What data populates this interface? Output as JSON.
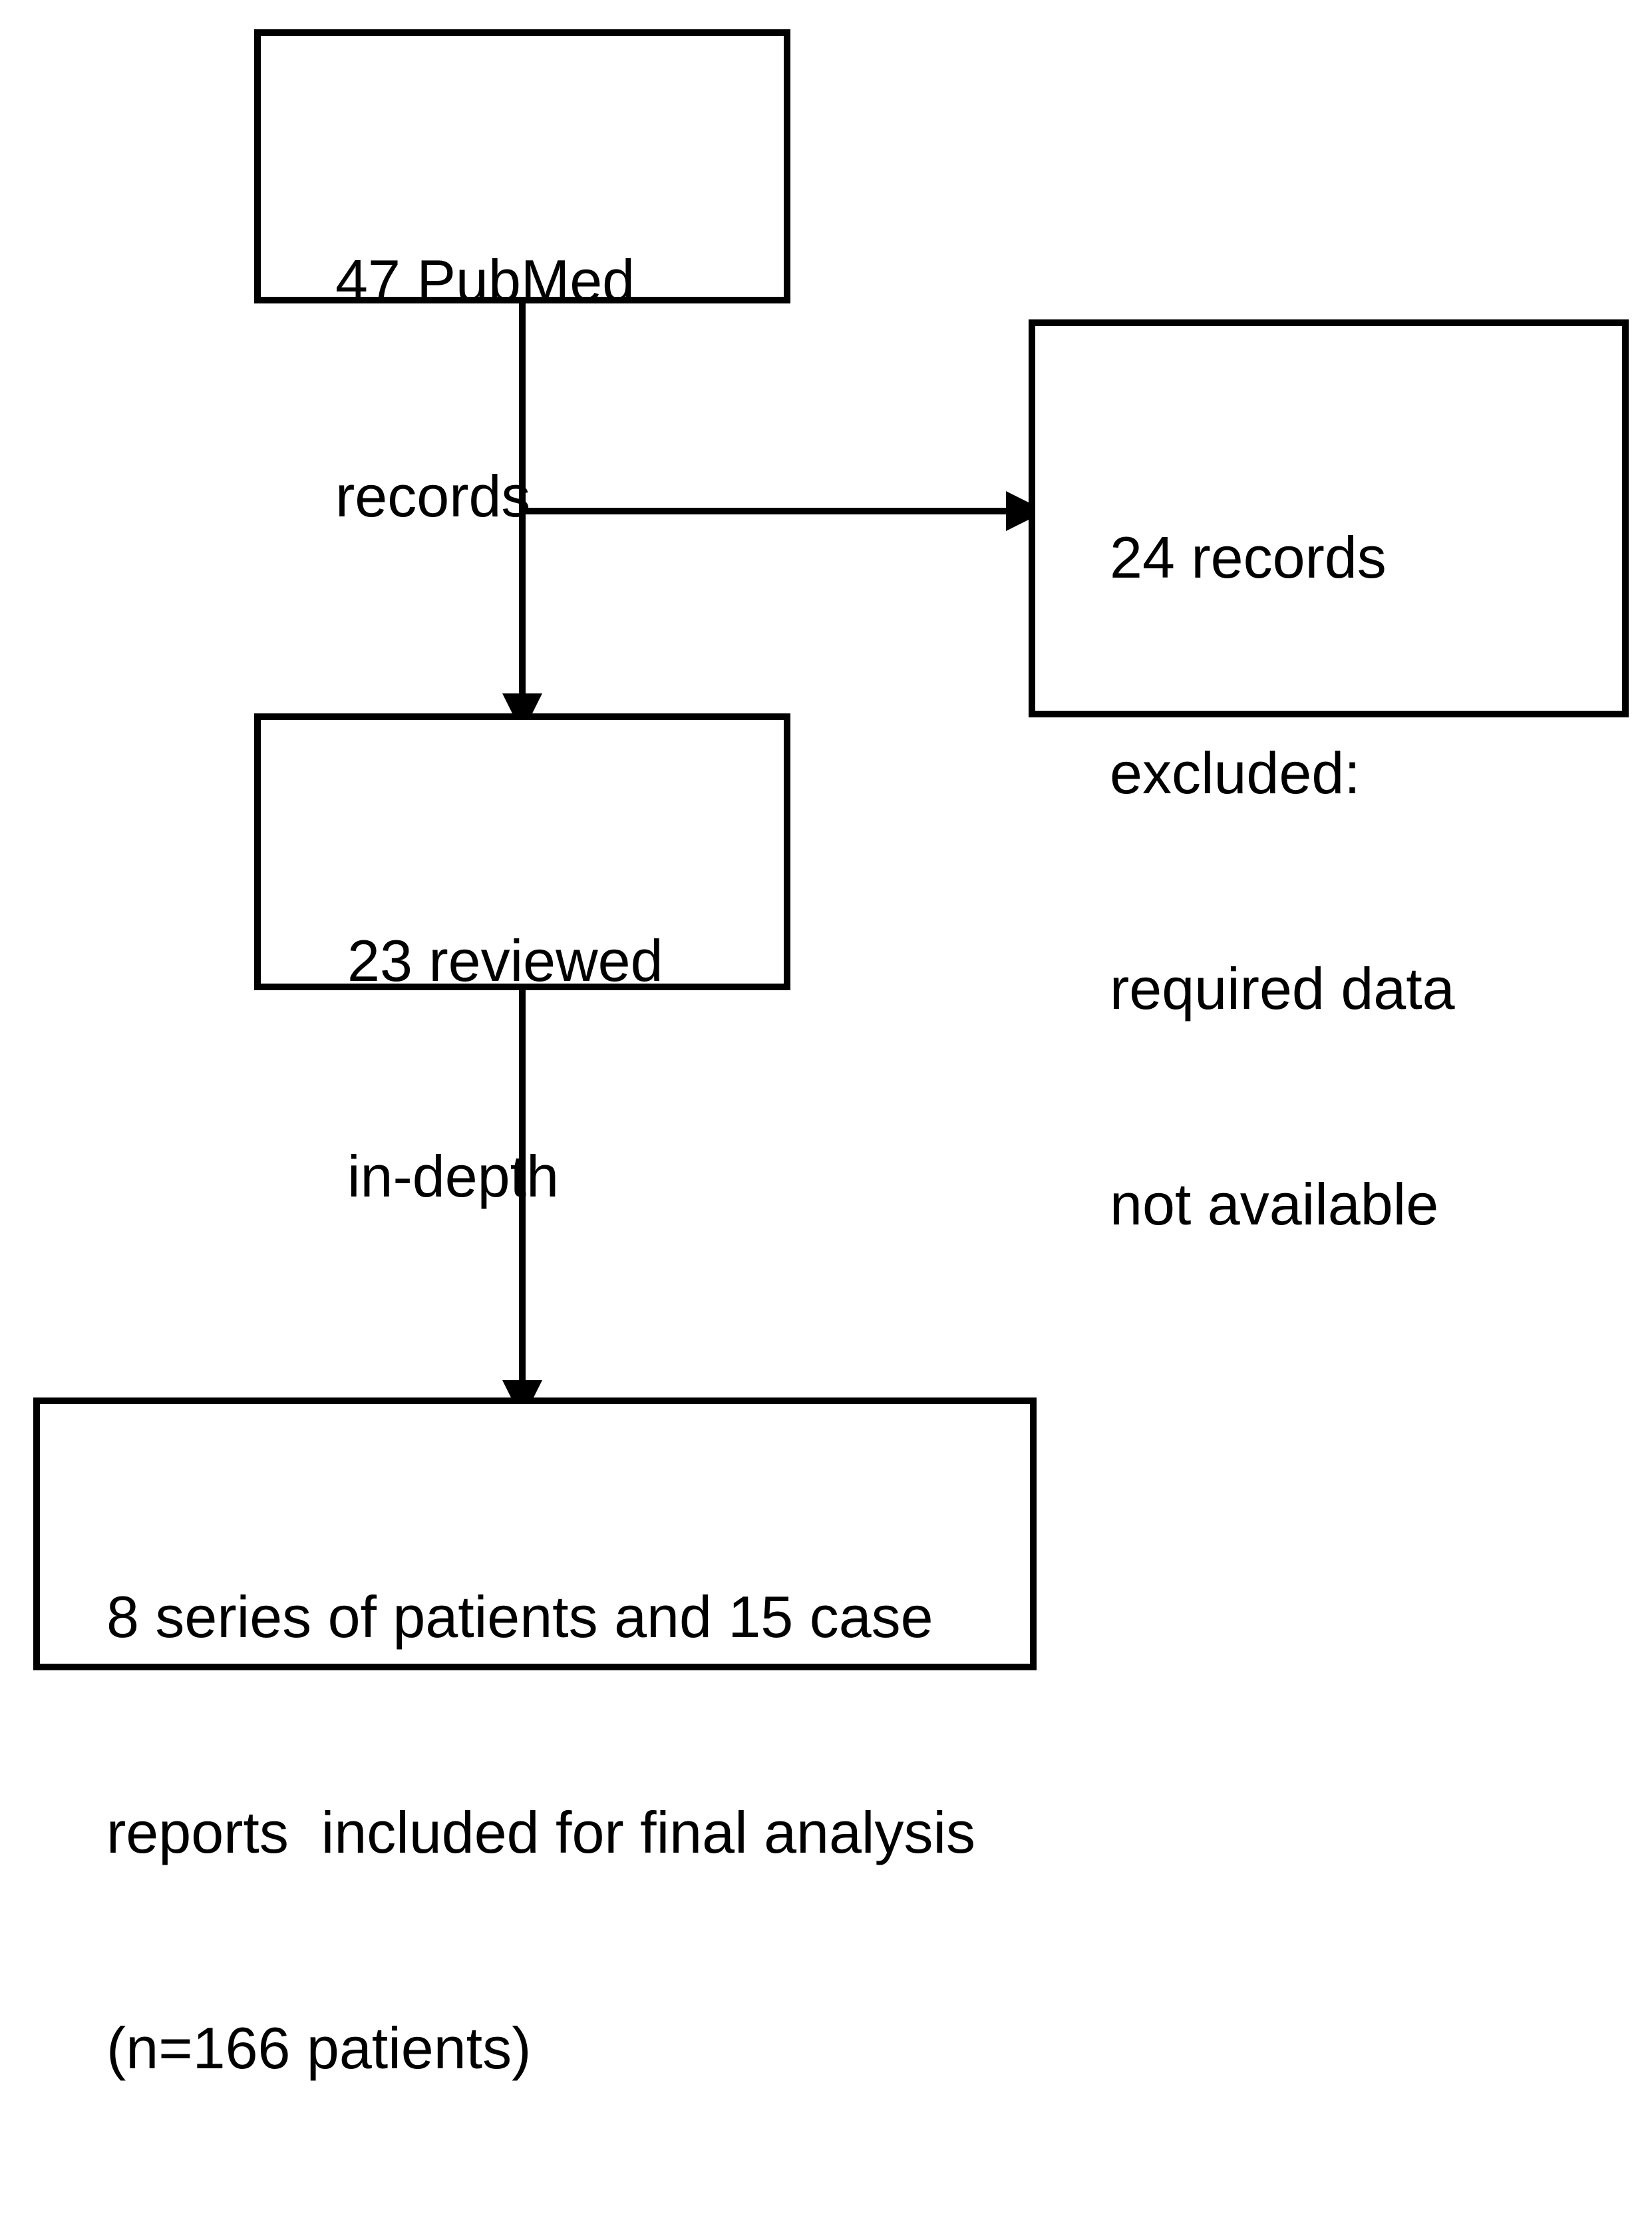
{
  "boxes": {
    "pubmed_records": {
      "lines": [
        "47 PubMed",
        "records"
      ]
    },
    "excluded_records": {
      "lines": [
        "24 records",
        "excluded:",
        "required data",
        "not available"
      ]
    },
    "reviewed_in_depth": {
      "lines": [
        "23 reviewed",
        "in-depth"
      ]
    },
    "final_analysis": {
      "lines": [
        "8 series of patients and 15 case",
        "reports  included for final analysis",
        "(n=166 patients)"
      ]
    }
  },
  "colors": {
    "stroke": "#000000",
    "background": "#ffffff"
  }
}
